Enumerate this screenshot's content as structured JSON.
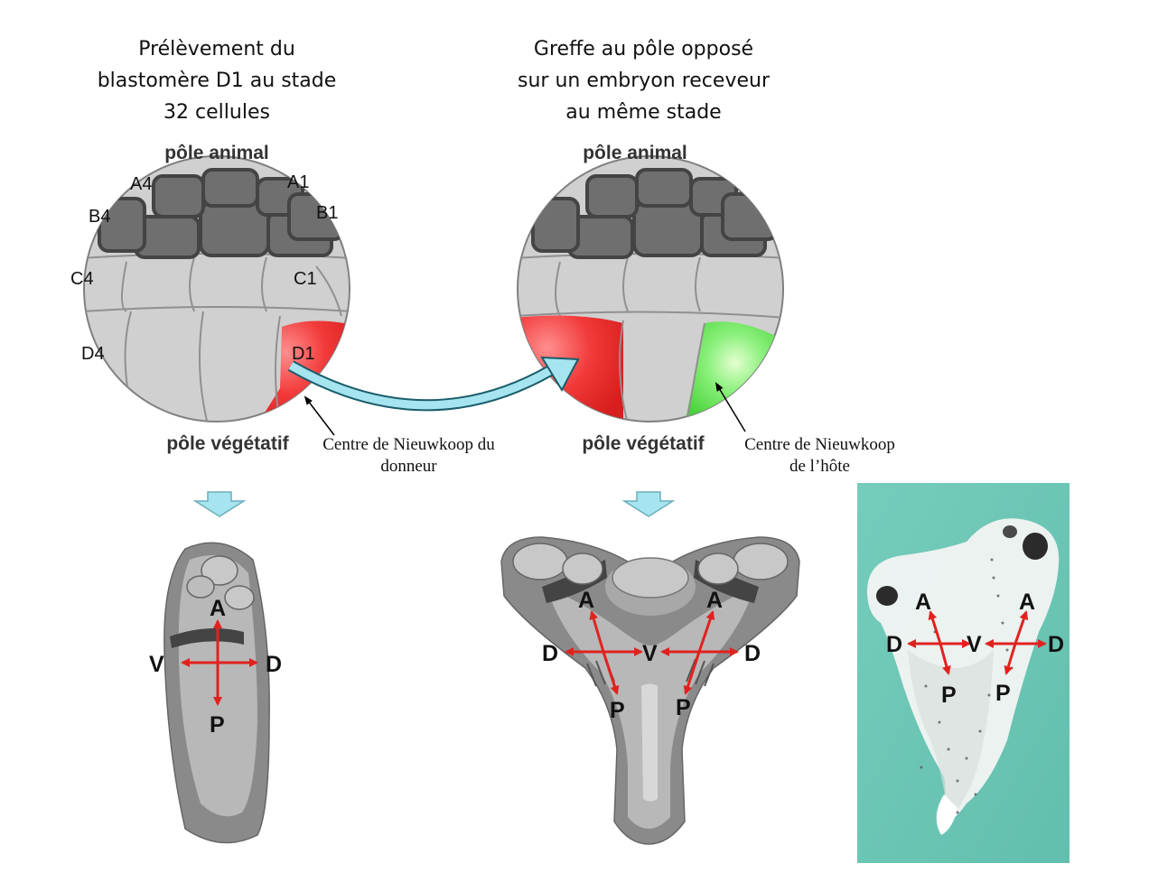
{
  "titles": {
    "left": "Prélèvement  du\nblastomère D1 au stade\n32 cellules",
    "right": "Greffe au pôle opposé\nsur un embryon receveur\nau même stade"
  },
  "pole_labels": {
    "animal": "pôle animal",
    "vegetal": "pôle végétatif"
  },
  "cell_labels": {
    "a4": "A4",
    "a1": "A1",
    "b4": "B4",
    "b1": "B1",
    "c4": "C4",
    "c1": "C1",
    "d4": "D4",
    "d1": "D1"
  },
  "annotations": {
    "donor": "Centre de Nieuwkoop du\ndonneur",
    "host": "Centre de Nieuwkoop\nde l’hôte"
  },
  "axis_labels": {
    "anterior": "A",
    "posterior": "P",
    "ventral": "V",
    "dorsal": "D"
  },
  "colors": {
    "arrow_red": "#e0221f",
    "transfer_arrow": "#a6e4ef",
    "donor_cell": "#ee2b2b",
    "host_cell": "#44d83a",
    "animal_cells": "#6f6f6f",
    "photo_bg": "#6cc7b6"
  }
}
